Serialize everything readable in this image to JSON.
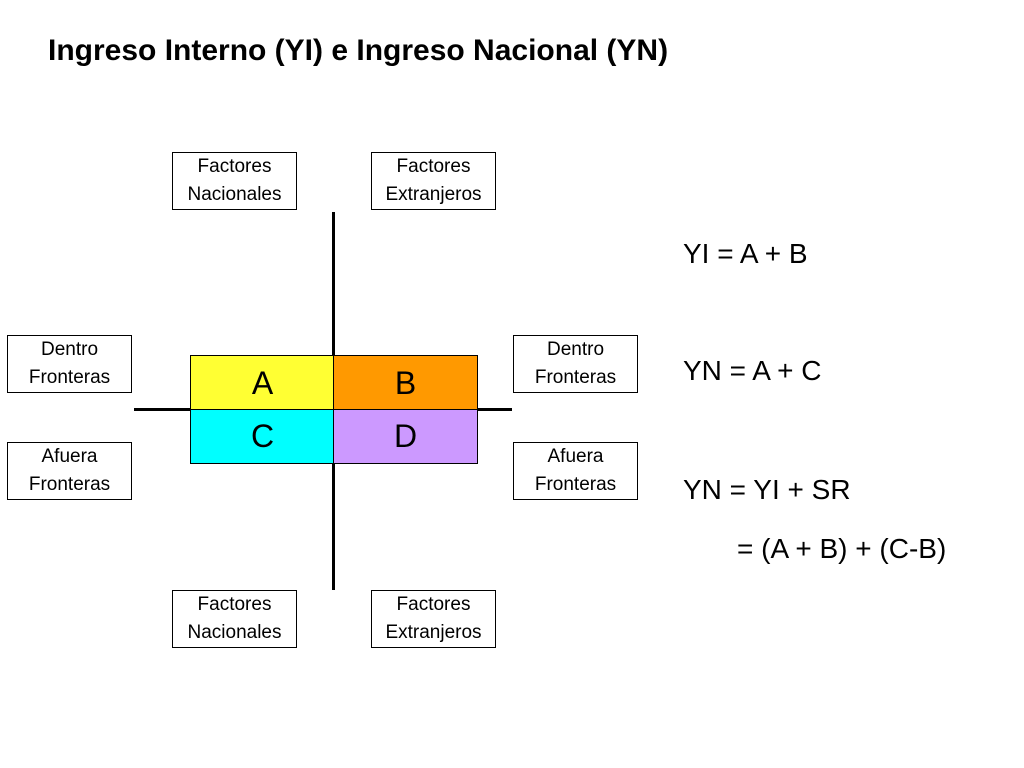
{
  "title": "Ingreso Interno (YI) e Ingreso Nacional (YN)",
  "labels": {
    "top_left": "Factores\nNacionales",
    "top_right": "Factores\nExtranjeros",
    "bottom_left": "Factores\nNacionales",
    "bottom_right": "Factores\nExtranjeros",
    "left_upper": "Dentro\nFronteras",
    "left_lower": "Afuera\nFronteras",
    "right_upper": "Dentro\nFronteras",
    "right_lower": "Afuera\nFronteras"
  },
  "cells": {
    "a": {
      "text": "A",
      "color": "#ffff33"
    },
    "b": {
      "text": "B",
      "color": "#ff9900"
    },
    "c": {
      "text": "C",
      "color": "#00ffff"
    },
    "d": {
      "text": "D",
      "color": "#cc99ff"
    }
  },
  "equations": {
    "yi": "YI = A + B",
    "yn": "YN = A + C",
    "yn_sr": "YN = YI + SR",
    "yn_expanded": "= (A + B) + (C-B)"
  }
}
